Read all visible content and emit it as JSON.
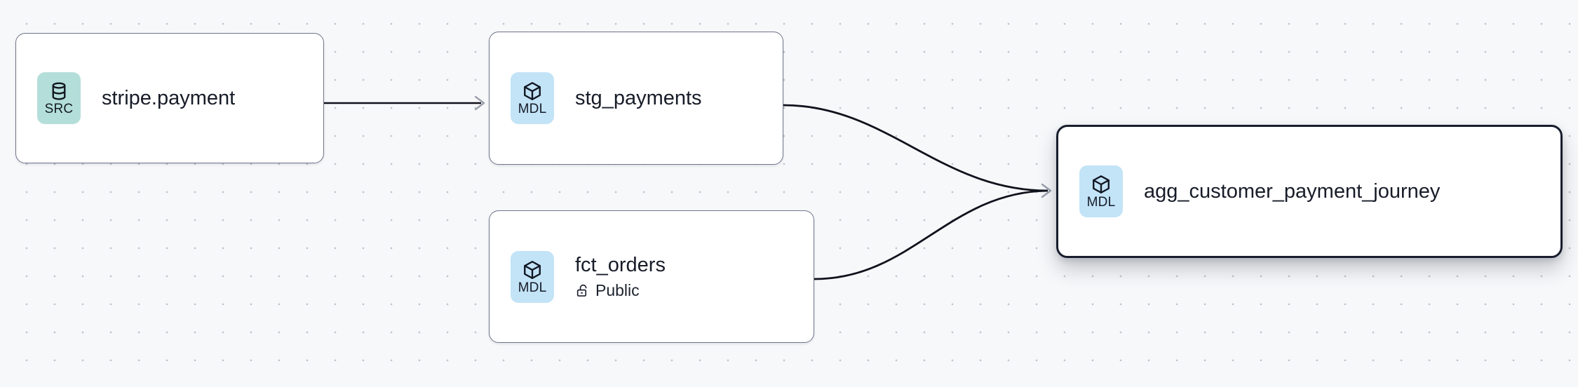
{
  "canvas": {
    "background_color": "#f7f8fa",
    "dot_color": "#c2c6d0",
    "edge_color": "#10131c",
    "arrow_color": "#9aa0ad",
    "selected_border_color": "#171d2c",
    "node_border_color": "#70748a"
  },
  "badges": {
    "src": {
      "label": "SRC",
      "icon": "database-icon",
      "color": "#b4ded9"
    },
    "mdl": {
      "label": "MDL",
      "icon": "cube-icon",
      "color": "#c3e3f7"
    }
  },
  "nodes": [
    {
      "id": "stripe-payment",
      "title": "stripe.payment",
      "badge_label": "SRC",
      "badge_icon": "database-icon",
      "subtitle": null,
      "selected": false
    },
    {
      "id": "stg-payments",
      "title": "stg_payments",
      "badge_label": "MDL",
      "badge_icon": "cube-icon",
      "subtitle": null,
      "selected": false
    },
    {
      "id": "fct-orders",
      "title": "fct_orders",
      "badge_label": "MDL",
      "badge_icon": "cube-icon",
      "subtitle": "Public",
      "subtitle_icon": "unlock-icon",
      "selected": false
    },
    {
      "id": "agg-customer-payment-journey",
      "title": "agg_customer_payment_journey",
      "badge_label": "MDL",
      "badge_icon": "cube-icon",
      "subtitle": null,
      "selected": true
    }
  ],
  "edges": [
    {
      "from": "stripe-payment",
      "to": "stg-payments",
      "style": "straight"
    },
    {
      "from": "stg-payments",
      "to": "agg-customer-payment-journey",
      "style": "bezier"
    },
    {
      "from": "fct-orders",
      "to": "agg-customer-payment-journey",
      "style": "bezier"
    }
  ]
}
